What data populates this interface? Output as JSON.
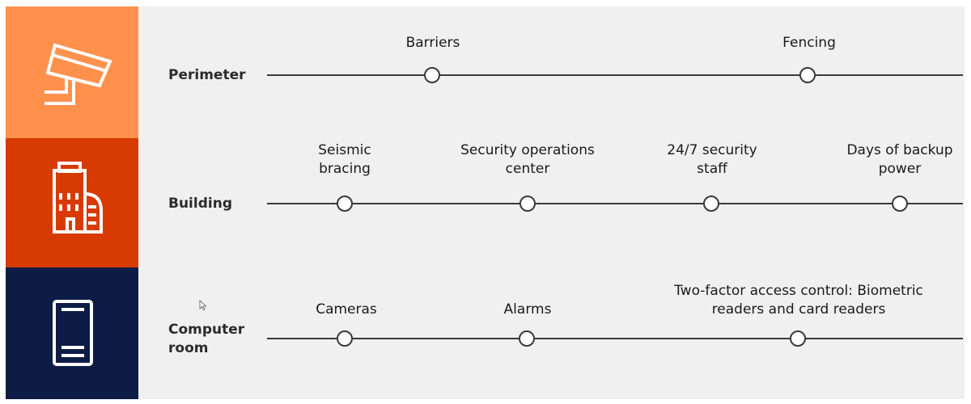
{
  "rows": [
    {
      "label": "Perimeter",
      "color": "#ff914d",
      "icon": "security-camera-icon",
      "items": [
        "Barriers",
        "Fencing"
      ]
    },
    {
      "label": "Building",
      "color": "#d83b01",
      "icon": "building-icon",
      "items": [
        "Seismic bracing",
        "Security operations center",
        "24/7 security staff",
        "Days of backup power"
      ]
    },
    {
      "label": "Computer room",
      "color": "#0c1c45",
      "icon": "server-icon",
      "items": [
        "Cameras",
        "Alarms",
        "Two-factor access control: Biometric readers and card readers"
      ]
    }
  ]
}
